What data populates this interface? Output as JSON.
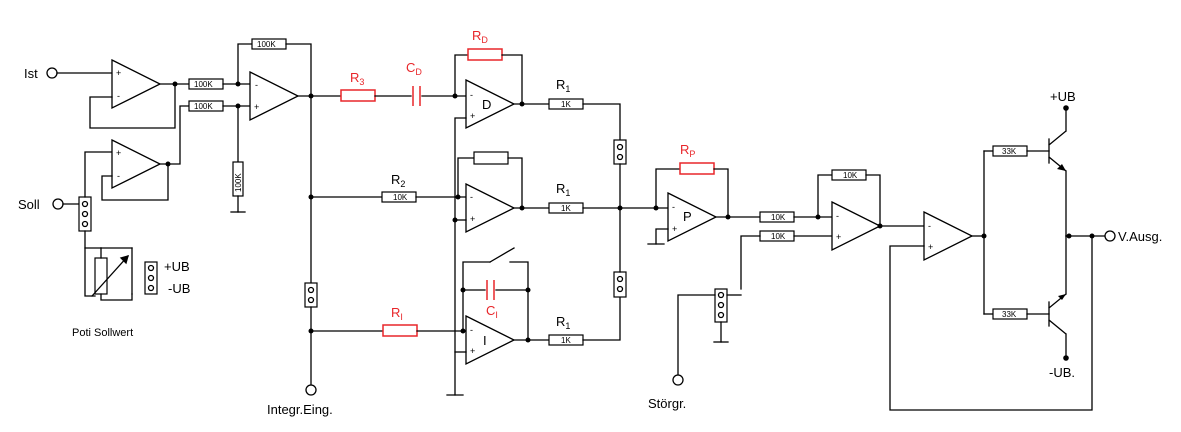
{
  "terminals": {
    "ist": "Ist",
    "soll": "Soll",
    "integr_eing": "Integr.Eing.",
    "stoergr": "Störgr.",
    "v_ausg": "V.Ausg.",
    "plus_ub_top": "+UB",
    "minus_ub_bottom": "-UB.",
    "poti_plus_ub": "+UB",
    "poti_minus_ub": "-UB",
    "poti_sollwert": "Poti Sollwert"
  },
  "resistor_values": {
    "r_100k_a": "100K",
    "r_100k_b": "100K",
    "r_100k_top": "100K",
    "r_100k_vert": "100K",
    "r2": "10K",
    "r1_d": "1K",
    "r1_p": "1K",
    "r1_i": "1K",
    "rp_out_a": "10K",
    "rp_out_b": "10K",
    "sum_fb": "10K",
    "q_top": "33K",
    "q_bottom": "33K"
  },
  "component_labels": {
    "r3": {
      "main": "R",
      "sub": "3"
    },
    "cd": {
      "main": "C",
      "sub": "D"
    },
    "rd": {
      "main": "R",
      "sub": "D"
    },
    "r1_top": {
      "main": "R",
      "sub": "1"
    },
    "r2": {
      "main": "R",
      "sub": "2"
    },
    "r1_mid": {
      "main": "R",
      "sub": "1"
    },
    "ci": {
      "main": "C",
      "sub": "I"
    },
    "ri": {
      "main": "R",
      "sub": "I"
    },
    "r1_bot": {
      "main": "R",
      "sub": "1"
    },
    "rp": {
      "main": "R",
      "sub": "P"
    }
  },
  "opamp_names": {
    "d": "D",
    "i": "I",
    "p": "P"
  },
  "signs": {
    "plus": "+",
    "minus": "-"
  }
}
